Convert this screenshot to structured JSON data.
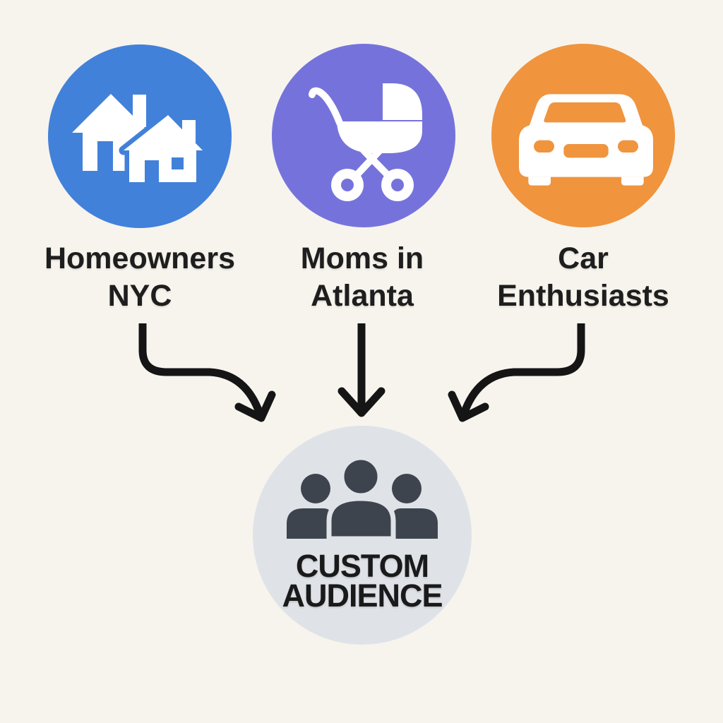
{
  "colors": {
    "background": "#F7F4EE",
    "arrow": "#151515",
    "label_text": "#1E1E1E",
    "homeowners_circle": "#4281DA",
    "moms_circle": "#7573DB",
    "car_circle": "#F0943E",
    "target_circle": "#DFE3E8",
    "target_icon": "#3E444E",
    "source_icon": "#FFFFFF"
  },
  "sources": [
    {
      "id": "homeowners",
      "label": "Homeowners\nNYC",
      "icon": "houses-icon"
    },
    {
      "id": "moms",
      "label": "Moms in\nAtlanta",
      "icon": "baby-stroller-icon"
    },
    {
      "id": "car",
      "label": "Car\nEnthusiasts",
      "icon": "car-icon"
    }
  ],
  "target": {
    "id": "custom-audience",
    "label": "CUSTOM\nAUDIENCE",
    "icon": "people-group-icon"
  },
  "arrows": {
    "count": 3,
    "direction": "sources-to-target"
  }
}
